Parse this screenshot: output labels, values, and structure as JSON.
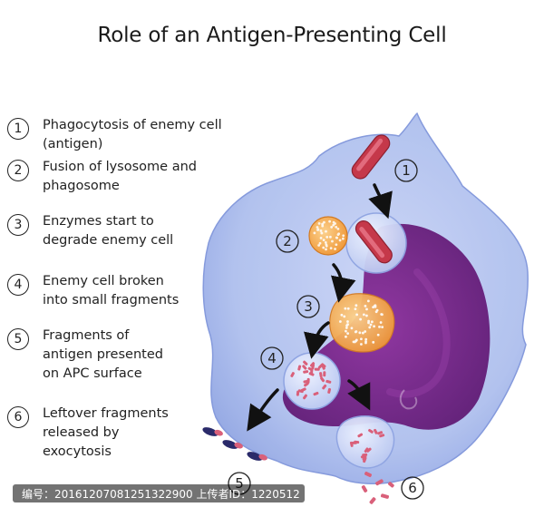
{
  "title": "Role of an Antigen-Presenting Cell",
  "steps": [
    {
      "number": "1",
      "text": "Phagocytosis of enemy cell (antigen)"
    },
    {
      "number": "2",
      "text": "Fusion of lysosome and\nphagosome"
    },
    {
      "number": "3",
      "text": "Enzymes start to\ndegrade enemy cell"
    },
    {
      "number": "4",
      "text": "Enemy cell broken\ninto small fragments"
    },
    {
      "number": "5",
      "text": "Fragments of\nantigen presented\non APC surface"
    },
    {
      "number": "6",
      "text": "Leftover fragments\nreleased by\nexocytosis"
    }
  ],
  "diagram_labels": [
    "1",
    "2",
    "3",
    "4",
    "5",
    "6"
  ],
  "watermark": "编号：20161207081251322900 上传者ID：1220512",
  "colors": {
    "cytoplasm": "#aebfee",
    "nucleus": "#7a1f86",
    "antigen": "#c5384a",
    "lysosome": "#f2a34a",
    "fragments": "#d9607a",
    "membrane_protein": "#2a2a6a"
  }
}
